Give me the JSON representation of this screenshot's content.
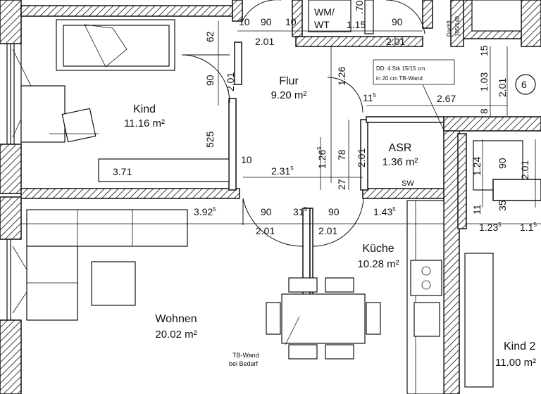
{
  "rooms": {
    "kind1": {
      "name": "Kind",
      "area": "11.16 m²"
    },
    "flur": {
      "name": "Flur",
      "area": "9.20 m²"
    },
    "asr": {
      "name": "ASR",
      "area": "1.36 m²"
    },
    "kueche": {
      "name": "Küche",
      "area": "10.28 m²"
    },
    "wohnen": {
      "name": "Wohnen",
      "area": "20.02 m²"
    },
    "kind2": {
      "name": "Kind 2",
      "area": "11.00 m²"
    }
  },
  "dimensions": {
    "d_10_top_left": "10",
    "d_90_top_1": "90",
    "d_10_top_2": "10",
    "d_201_top_1": "2.01",
    "d_wm": "WM/",
    "d_wt": "WT",
    "d_115_top": "1.15",
    "d_70_top": ".70",
    "d_90_top_2": "90",
    "d_201_top_2": "2.01",
    "d_62": "62",
    "d_90_kind": "90",
    "d_201_kind": "2.01",
    "d_525": "525",
    "d_371": "3.71",
    "d_10_mid": "10",
    "d_2315": "2.31",
    "d_2315_sup": "5",
    "d_126_a": "1.26",
    "d_126_b": "1.26",
    "d_126_b_sup": "5",
    "d_115_asr": "11",
    "d_115_asr_sup": "5",
    "d_78": "78",
    "d_201_asr": "2.01",
    "d_27": "27",
    "d_267": "2.67",
    "d_103": "1.03",
    "d_15": "15",
    "d_201_right": "2.01",
    "d_8": "8",
    "d_6": "6",
    "d_124": "1.24",
    "d_90_right": "90",
    "d_201_right2": "2.01",
    "d_3925": "3.92",
    "d_3925_sup": "5",
    "d_90_wohnen_1": "90",
    "d_315": "31",
    "d_315_sup": "5",
    "d_90_wohnen_2": "90",
    "d_1435": "1.43",
    "d_1435_sup": "5",
    "d_201_wohnen_1": "2.01",
    "d_201_wohnen_2": "2.01",
    "d_1235": "1.23",
    "d_1235_sup": "5",
    "d_115_right": "1.1",
    "d_115_right_sup": "5",
    "d_11_small": "11",
    "d_35_small": "35"
  },
  "notes": {
    "dd_line1": "DD: 4 Stk 15/15 cm",
    "dd_line2": "in 20 cm TB-Wand",
    "sw": "SW",
    "tb_line1": "TB-Wand",
    "tb_line2": "bei Bedarf",
    "dach_line1": "Dachfl",
    "dach_line2": "105/140"
  },
  "colors": {
    "line": "#111111",
    "background": "#ffffff"
  }
}
